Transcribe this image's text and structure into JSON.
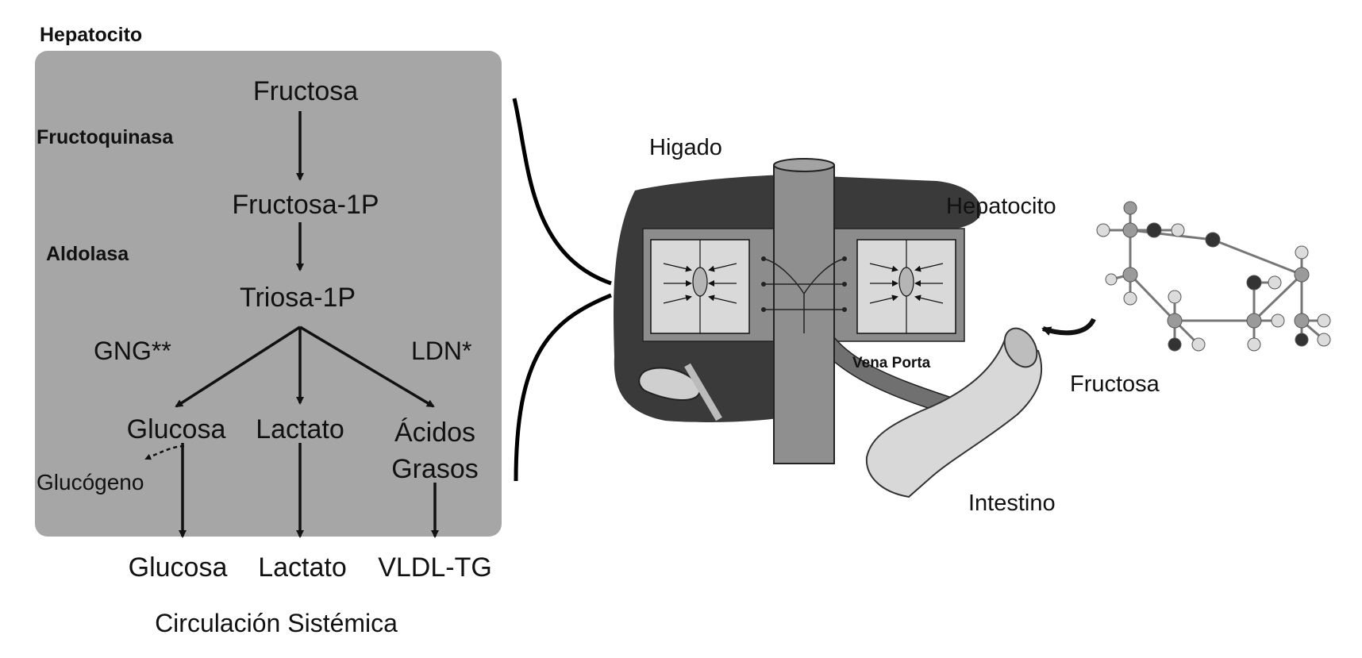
{
  "left_panel": {
    "header": "Hepatocito",
    "nodes": {
      "fructosa": "Fructosa",
      "fructosa_1p": "Fructosa-1P",
      "triosa_1p": "Triosa-1P",
      "glucosa": "Glucosa",
      "lactato": "Lactato",
      "acidos": "Ácidos",
      "grasos": "Grasos",
      "glucogeno": "Glucógeno"
    },
    "enzymes": {
      "fructoquinasa": "Fructoquinasa",
      "aldolasa": "Aldolasa"
    },
    "pathways": {
      "gng": "GNG**",
      "ldn": "LDN*"
    }
  },
  "outputs": {
    "glucosa": "Glucosa",
    "lactato": "Lactato",
    "vldl": "VLDL-TG",
    "circulation": "Circulación Sistémica"
  },
  "right_panel": {
    "higado": "Higado",
    "hepatocito": "Hepatocito",
    "vena_porta": "Vena Porta",
    "intestino": "Intestino",
    "fructosa": "Fructosa"
  },
  "colors": {
    "panel": "#a6a6a6",
    "liver": "#3a3a3a",
    "vessel": "#8f8f8f",
    "cell": "#d9d9d9"
  }
}
